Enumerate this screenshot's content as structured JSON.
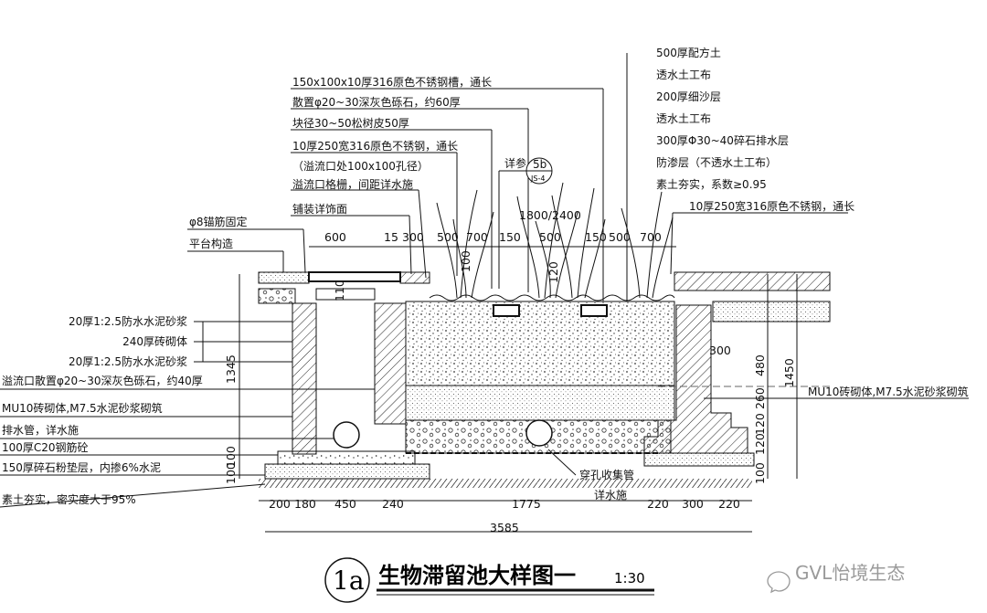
{
  "top_labels": [
    "150x100x10厚316原色不锈钢槽，通长",
    "散置φ20~30深灰色砾石，约60厚",
    "块径30~50松树皮50厚",
    "10厚250宽316原色不锈钢，通长",
    "（溢流口处100x100孔径）",
    "溢流口格栅，间距详水施",
    "铺装详饰面"
  ],
  "right_layers": [
    "500厚配方土",
    "透水土工布",
    "200厚细沙层",
    "透水土工布",
    "300厚Φ30~40碎石排水层",
    "防渗层（不透水土工布）",
    "素土夯实，系数≥0.95",
    "10厚250宽316原色不锈钢，通长"
  ],
  "left_top_labels": [
    "φ8锚筋固定",
    "平台构造"
  ],
  "left_labels": [
    "20厚1:2.5防水水泥砂浆",
    "240厚砖砌体",
    "20厚1:2.5防水水泥砂浆",
    "溢流口散置φ20~30深灰色砾石，约40厚",
    "MU10砖砌体,M7.5水泥砂浆砌筑",
    "排水管，详水施",
    "100厚C20钢筋砼",
    "150厚碎石粉垫层，内掺6%水泥",
    "素土夯实，密实度大于95%"
  ],
  "right_wall_label": "MU10砖砌体,M7.5水泥砂浆砌筑",
  "pipe_labels": [
    "穿孔收集管",
    "详水施"
  ],
  "detail_ref": {
    "prefix": "详参",
    "num": "5b",
    "sheet": "JS-4"
  },
  "top_dims": [
    "600",
    "15",
    "300",
    "500",
    "700",
    "150",
    "500",
    "150",
    "500",
    "700"
  ],
  "top_dim_overall": "1800/2400",
  "vertical_dims_small": [
    "110",
    "120",
    "100"
  ],
  "left_vertical_dim": "1345",
  "left_bottom_dims": [
    "100",
    "100"
  ],
  "right_dims": [
    "300",
    "480",
    "260",
    "120",
    "120",
    "100",
    "1450"
  ],
  "bottom_dims": [
    "200",
    "180",
    "450",
    "240",
    "1775",
    "220",
    "300",
    "220"
  ],
  "bottom_total": "3585",
  "title": {
    "code": "1a",
    "name": "生物滞留池大样图一",
    "scale": "1:30"
  },
  "watermark": "GVL怡境生态"
}
